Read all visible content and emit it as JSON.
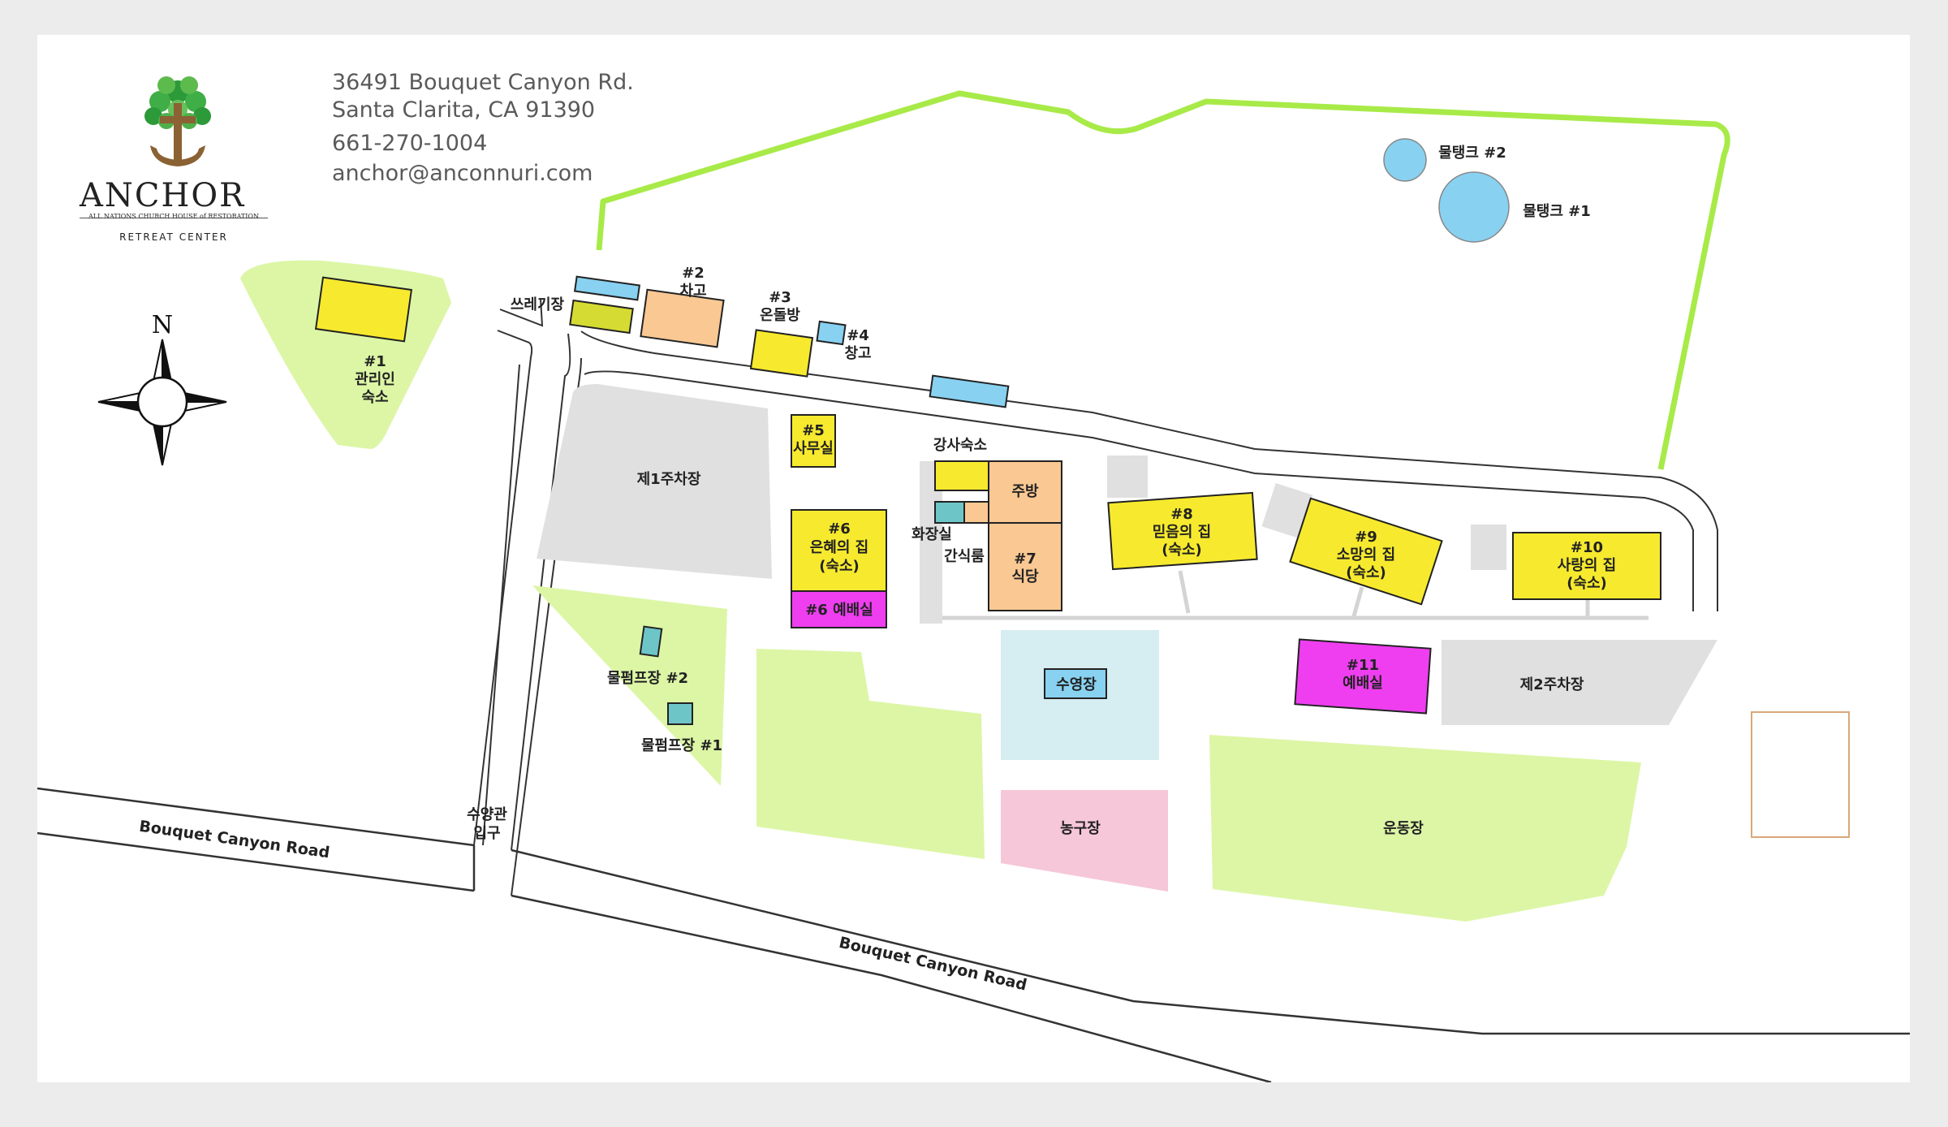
{
  "header": {
    "logo_word": "ANCHOR",
    "logo_sub1": "ALL NATIONS CHURCH HOUSE of RESTORATION",
    "logo_sub2": "RETREAT CENTER",
    "address_line1": "36491 Bouquet Canyon Rd.",
    "address_line2": "Santa Clarita, CA 91390",
    "phone": "661-270-1004",
    "email": "anchor@anconnuri.com"
  },
  "compass": {
    "north": "N"
  },
  "roads": {
    "road_upper": "Bouquet Canyon Road",
    "road_lower": "Bouquet Canyon Road"
  },
  "entrance": {
    "line1": "수양관",
    "line2": "입구"
  },
  "labels": {
    "trash": "쓰레기장",
    "b1_l1": "#1",
    "b1_l2": "관리인",
    "b1_l3": "숙소",
    "b2_l1": "#2",
    "b2_l2": "차고",
    "b3_l1": "#3",
    "b3_l2": "온돌방",
    "b4_l1": "#4",
    "b4_l2": "창고",
    "b5_l1": "#5",
    "b5_l2": "사무실",
    "b6_l1": "#6",
    "b6_l2": "은혜의 집",
    "b6_l3": "(숙소)",
    "b6_chapel": "#6 예배실",
    "instructor": "강사숙소",
    "kitchen": "주방",
    "restroom": "화장실",
    "snack": "간식룸",
    "b7_l1": "#7",
    "b7_l2": "식당",
    "b8_l1": "#8",
    "b8_l2": "믿음의 집",
    "b8_l3": "(숙소)",
    "b9_l1": "#9",
    "b9_l2": "소망의 집",
    "b9_l3": "(숙소)",
    "b10_l1": "#10",
    "b10_l2": "사랑의 집",
    "b10_l3": "(숙소)",
    "b11_l1": "#11",
    "b11_l2": "예배실",
    "parking1": "제1주차장",
    "parking2": "제2주차장",
    "pool": "수영장",
    "basketball": "농구장",
    "field": "운동장",
    "pump2": "물펌프장 #2",
    "pump1": "물펌프장 #1",
    "tank2": "물탱크 #2",
    "tank1": "물탱크 #1"
  },
  "colors": {
    "building": "#f7ea2e",
    "chapel": "#ee3ef0",
    "orange": "#f9c893",
    "blue": "#88d1f1",
    "green": "#dcf6a6",
    "parking": "#e0e0e0",
    "pool": "#d6edf1",
    "court": "#f6c7d8",
    "fence": "#a8ea48"
  }
}
